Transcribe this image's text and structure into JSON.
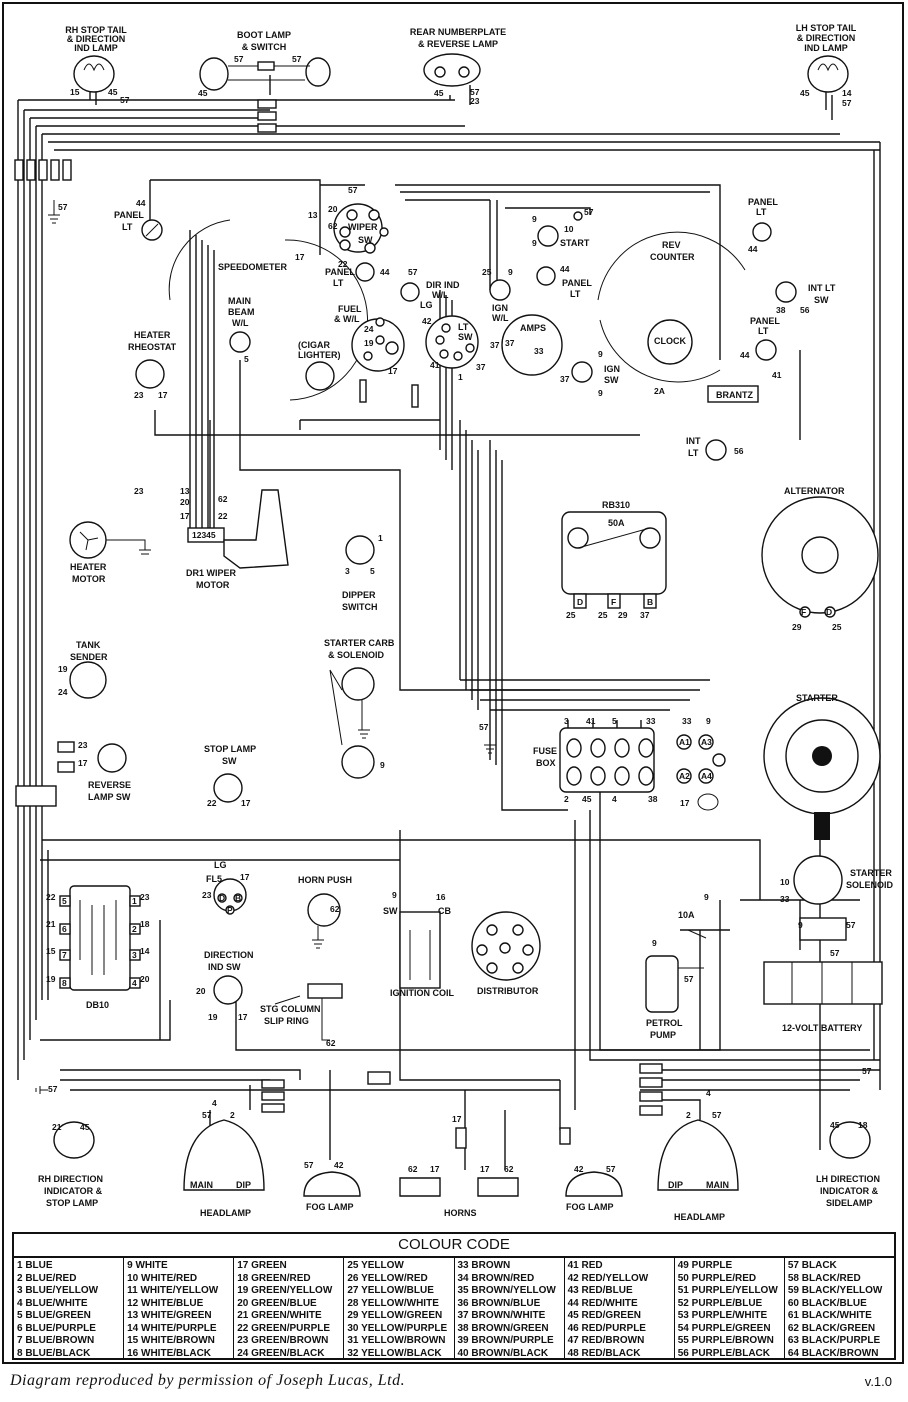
{
  "components": {
    "rh_stop_tail": [
      "RH STOP TAIL",
      "& DIRECTION",
      "IND LAMP"
    ],
    "boot_lamp": [
      "BOOT LAMP",
      "& SWITCH"
    ],
    "rear_numberplate": [
      "REAR NUMBERPLATE",
      "& REVERSE LAMP"
    ],
    "lh_stop_tail": [
      "LH STOP TAIL",
      "& DIRECTION",
      "IND LAMP"
    ],
    "panel_lt_left": [
      "PANEL",
      "LT"
    ],
    "speedometer": "SPEEDOMETER",
    "wiper_sw": [
      "WIPER",
      "SW"
    ],
    "panel_lt_mid": [
      "PANEL",
      "LT"
    ],
    "dir_ind": [
      "DIR IND",
      "W/L"
    ],
    "lg": "LG",
    "ign_wl": [
      "IGN",
      "W/L"
    ],
    "start": "START",
    "panel_lt_upper": [
      "PANEL",
      "LT"
    ],
    "rev_counter": [
      "REV",
      "COUNTER"
    ],
    "panel_lt_right": [
      "PANEL",
      "LT"
    ],
    "int_lt_sw": [
      "INT LT",
      "SW"
    ],
    "panel_lt_right2": [
      "PANEL",
      "LT"
    ],
    "main_beam": [
      "MAIN",
      "BEAM",
      "W/L"
    ],
    "fuel_wl": [
      "FUEL",
      "& W/L"
    ],
    "cigar_lighter": [
      "(CIGAR",
      "LIGHTER)"
    ],
    "lt_sw": [
      "LT",
      "SW"
    ],
    "amps": "AMPS",
    "clock": "CLOCK",
    "ign_sw": [
      "IGN",
      "SW"
    ],
    "brantz": "BRANTZ",
    "heater_rheostat": [
      "HEATER",
      "RHEOSTAT"
    ],
    "int_lt": [
      "INT",
      "LT"
    ],
    "alternator": "ALTERNATOR",
    "rb310": "RB310",
    "fuse_50a": "50A",
    "heater_motor": [
      "HEATER",
      "MOTOR"
    ],
    "dr1_wiper": [
      "DR1 WIPER",
      "MOTOR"
    ],
    "dipper_switch": [
      "DIPPER",
      "SWITCH"
    ],
    "tank_sender": [
      "TANK",
      "SENDER"
    ],
    "starter_carb": [
      "STARTER CARB",
      "& SOLENOID"
    ],
    "starter": "STARTER",
    "fuse_box": [
      "FUSE",
      "BOX"
    ],
    "stop_lamp_sw": [
      "STOP LAMP",
      "SW"
    ],
    "reverse_lamp_sw": [
      "REVERSE",
      "LAMP SW"
    ],
    "starter_solenoid": [
      "STARTER",
      "SOLENOID"
    ],
    "db10": "DB10",
    "horn_push": "HORN PUSH",
    "lg_fl5": [
      "LG",
      "FL5"
    ],
    "direction_ind_sw": [
      "DIRECTION",
      "IND SW"
    ],
    "stg_column": [
      "STG COLUMN",
      "SLIP RING"
    ],
    "ignition_coil": "IGNITION COIL",
    "distributor": "DISTRIBUTOR",
    "fuse_10a": "10A",
    "petrol_pump": [
      "PETROL",
      "PUMP"
    ],
    "battery": "12-VOLT BATTERY",
    "rh_dir_ind": [
      "RH DIRECTION",
      "INDICATOR &",
      "STOP LAMP"
    ],
    "lh_dir_ind": [
      "LH DIRECTION",
      "INDICATOR &",
      "SIDELAMP"
    ],
    "headlamp_left": "HEADLAMP",
    "headlamp_right": "HEADLAMP",
    "main": "MAIN",
    "dip": "DIP",
    "fog_lamp_left": "FOG LAMP",
    "fog_lamp_right": "FOG LAMP",
    "horns": "HORNS",
    "fuse_terminals": [
      "A1",
      "A2",
      "A3",
      "A4"
    ],
    "rb_terminals": [
      "D",
      "F",
      "B"
    ],
    "alt_terminals": [
      "F",
      "D"
    ],
    "ign_coil_terminals": [
      "SW",
      "CB"
    ],
    "db10_pins": [
      "5",
      "6",
      "7",
      "8",
      "1",
      "2",
      "3",
      "4"
    ],
    "dr1_pins": "12345",
    "lucas_pins": [
      "D",
      "B",
      "P"
    ]
  },
  "wire_numbers": {
    "rh_stop": [
      "15",
      "45",
      "57"
    ],
    "boot": [
      "57",
      "57",
      "45"
    ],
    "rear_np": [
      "45",
      "57",
      "23"
    ],
    "lh_stop": [
      "45",
      "14",
      "57"
    ],
    "ground_left": "57",
    "panel_lt_left": "44",
    "wiper": [
      "57",
      "20",
      "13",
      "62",
      "22",
      "17"
    ],
    "panel_mid": "44",
    "dir_ind": "57",
    "start": [
      "9",
      "57",
      "10",
      "9"
    ],
    "ign": [
      "25",
      "9"
    ],
    "panel_upper": "44",
    "panel_right": "44",
    "int_lt_sw": [
      "38",
      "56"
    ],
    "main_beam": "5",
    "fuel": [
      "24",
      "19",
      "17"
    ],
    "lt_sw": [
      "42",
      "41",
      "1",
      "37",
      "37"
    ],
    "amps": [
      "37",
      "33"
    ],
    "ign_sw": [
      "9",
      "37",
      "9"
    ],
    "clock": "2A",
    "heater_rheo": [
      "23",
      "17"
    ],
    "int_lt": "56",
    "right_panel": [
      "44",
      "41"
    ],
    "heater_motor": "23",
    "wiper_motor": [
      "13",
      "20",
      "17",
      "62",
      "22"
    ],
    "dipper": [
      "1",
      "3",
      "5"
    ],
    "rb310": [
      "25",
      "25",
      "29",
      "37"
    ],
    "alternator": [
      "29",
      "25"
    ],
    "tank": [
      "19",
      "24"
    ],
    "ground_57": "57",
    "fuse_top": [
      "3",
      "41",
      "5",
      "33",
      "33",
      "9"
    ],
    "fuse_bottom": [
      "2",
      "45",
      "4",
      "38"
    ],
    "fuse_17": "17",
    "carb": "9",
    "reverse": [
      "23",
      "17"
    ],
    "stop_lamp": [
      "22",
      "17"
    ],
    "starter_sol": [
      "10",
      "33"
    ],
    "db10_left": [
      "22",
      "21",
      "15",
      "19"
    ],
    "db10_right": [
      "23",
      "18",
      "14",
      "20"
    ],
    "lg_fl5": [
      "17",
      "23"
    ],
    "dir_sw": [
      "20",
      "19",
      "17"
    ],
    "ign_coil": [
      "9",
      "16"
    ],
    "fuse_10a": [
      "9",
      "9"
    ],
    "petrol": "57",
    "battery": [
      "9",
      "57",
      "57"
    ],
    "stg": "62",
    "rh_ind": [
      "57",
      "21",
      "45"
    ],
    "lh_ind": [
      "57",
      "45",
      "18"
    ],
    "headlamp_l": [
      "4",
      "57",
      "2"
    ],
    "headlamp_r": [
      "4",
      "2",
      "57"
    ],
    "fog_l": [
      "57",
      "42"
    ],
    "fog_r": [
      "42",
      "57"
    ],
    "horns": [
      "17",
      "62",
      "17",
      "17",
      "62"
    ]
  },
  "colour_code": {
    "title": "COLOUR CODE",
    "columns": [
      [
        "1 BLUE",
        "2 BLUE/RED",
        "3 BLUE/YELLOW",
        "4 BLUE/WHITE",
        "5 BLUE/GREEN",
        "6 BLUE/PURPLE",
        "7 BLUE/BROWN",
        "8 BLUE/BLACK"
      ],
      [
        "9 WHITE",
        "10 WHITE/RED",
        "11 WHITE/YELLOW",
        "12 WHITE/BLUE",
        "13 WHITE/GREEN",
        "14 WHITE/PURPLE",
        "15 WHITE/BROWN",
        "16 WHITE/BLACK"
      ],
      [
        "17 GREEN",
        "18 GREEN/RED",
        "19 GREEN/YELLOW",
        "20 GREEN/BLUE",
        "21 GREEN/WHITE",
        "22 GREEN/PURPLE",
        "23 GREEN/BROWN",
        "24 GREEN/BLACK"
      ],
      [
        "25 YELLOW",
        "26 YELLOW/RED",
        "27 YELLOW/BLUE",
        "28 YELLOW/WHITE",
        "29 YELLOW/GREEN",
        "30 YELLOW/PURPLE",
        "31 YELLOW/BROWN",
        "32 YELLOW/BLACK"
      ],
      [
        "33 BROWN",
        "34 BROWN/RED",
        "35 BROWN/YELLOW",
        "36 BROWN/BLUE",
        "37 BROWN/WHITE",
        "38 BROWN/GREEN",
        "39 BROWN/PURPLE",
        "40 BROWN/BLACK"
      ],
      [
        "41 RED",
        "42 RED/YELLOW",
        "43 RED/BLUE",
        "44 RED/WHITE",
        "45 RED/GREEN",
        "46 RED/PURPLE",
        "47 RED/BROWN",
        "48 RED/BLACK"
      ],
      [
        "49 PURPLE",
        "50 PURPLE/RED",
        "51 PURPLE/YELLOW",
        "52 PURPLE/BLUE",
        "53 PURPLE/WHITE",
        "54 PURPLE/GREEN",
        "55 PURPLE/BROWN",
        "56 PURPLE/BLACK"
      ],
      [
        "57 BLACK",
        "58 BLACK/RED",
        "59 BLACK/YELLOW",
        "60 BLACK/BLUE",
        "61 BLACK/WHITE",
        "62 BLACK/GREEN",
        "63 BLACK/PURPLE",
        "64 BLACK/BROWN"
      ]
    ]
  },
  "footer": {
    "credit": "Diagram reproduced by permission of Joseph Lucas, Ltd.",
    "version": "v.1.0"
  }
}
